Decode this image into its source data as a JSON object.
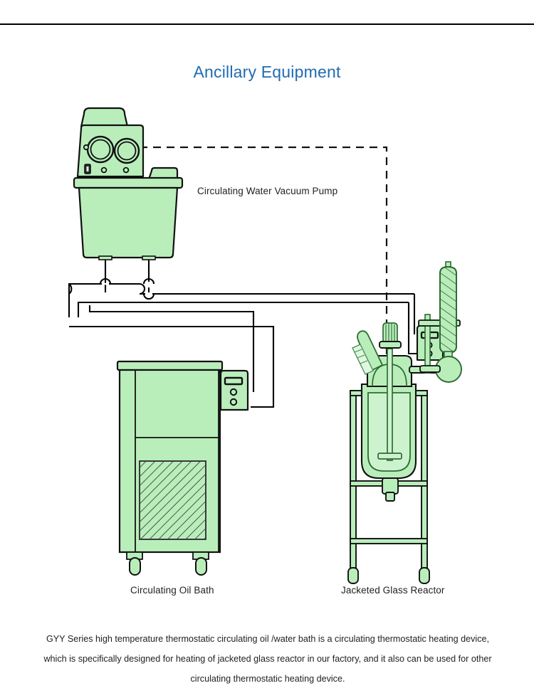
{
  "page": {
    "title": "Ancillary Equipment",
    "background_color": "#ffffff",
    "title_color": "#1f6cb0",
    "equipment_fill": "#b9eebb",
    "equipment_fill_light": "#cdf3ce",
    "outline_color": "#111111",
    "pipe_color": "#000000"
  },
  "labels": {
    "vacuum_pump": "Circulating Water Vacuum Pump",
    "oil_bath": "Circulating Oil Bath",
    "reactor": "Jacketed Glass Reactor"
  },
  "description": "GYY Series high temperature thermostatic circulating oil /water bath is a circulating thermostatic heating device, which is specifically designed for heating of jacketed glass reactor in our factory, and it also can be used for other circulating thermostatic heating device.",
  "diagram": {
    "type": "equipment-schematic",
    "equipment": [
      {
        "id": "circulating-water-vacuum-pump",
        "name": "Circulating Water Vacuum Pump",
        "position": "top-left",
        "parts": [
          "water tank",
          "control panel",
          "two vacuum gauges",
          "power switch",
          "two indicator knobs",
          "handle",
          "tank rim",
          "outlet hose"
        ]
      },
      {
        "id": "circulating-oil-bath",
        "name": "Circulating Oil Bath",
        "position": "bottom-left",
        "parts": [
          "cabinet body",
          "top lid",
          "upper panel",
          "hatched vent grille",
          "four casters",
          "side control box",
          "digital display",
          "two control knobs"
        ]
      },
      {
        "id": "jacketed-glass-reactor",
        "name": "Jacketed Glass Reactor",
        "position": "bottom-right",
        "parts": [
          "support frame",
          "casters",
          "jacketed vessel",
          "stirrer shaft",
          "stirrer blade",
          "stirrer cap",
          "addition funnel",
          "reflux condenser",
          "receiving flask",
          "control box",
          "discharge valve"
        ]
      }
    ],
    "connections": [
      {
        "from": "circulating-water-vacuum-pump",
        "to": "jacketed-glass-reactor",
        "style": "dashed",
        "meaning": "vacuum line"
      },
      {
        "from": "circulating-oil-bath",
        "to": "jacketed-glass-reactor",
        "style": "solid",
        "meaning": "thermal fluid circulation piping"
      },
      {
        "from": "circulating-water-vacuum-pump",
        "to": "piping-network",
        "style": "solid",
        "meaning": "water supply / return"
      }
    ]
  }
}
